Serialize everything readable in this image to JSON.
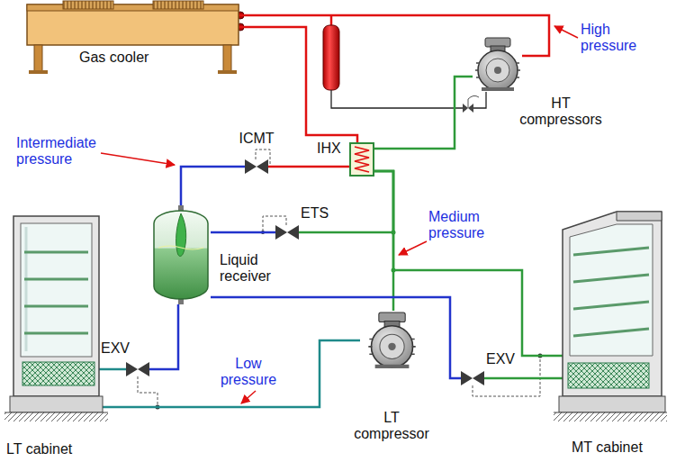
{
  "diagram": {
    "nodes": [
      {
        "text": [
          "Gas cooler"
        ]
      },
      {
        "text": [
          "HT compressors"
        ]
      },
      {
        "text": [
          "ICMT"
        ]
      },
      {
        "text": [
          "IHX"
        ]
      },
      {
        "text": [
          "ETS"
        ]
      },
      {
        "text": [
          "Liquid receiver"
        ]
      },
      {
        "text": [
          "LT cabinet"
        ]
      },
      {
        "text": [
          "EXV"
        ]
      },
      {
        "text": [
          "LT compressor"
        ]
      },
      {
        "text": [
          "EXV"
        ]
      },
      {
        "text": [
          "MT cabinet"
        ]
      }
    ],
    "edges": [
      {
        "from": 1,
        "to": 0,
        "arrow": "none"
      },
      {
        "from": 0,
        "to": 3,
        "arrow": "none"
      },
      {
        "from": 3,
        "to": 2,
        "arrow": "none"
      },
      {
        "from": 2,
        "to": 5,
        "arrow": "none"
      },
      {
        "from": 5,
        "to": 4,
        "arrow": "none"
      },
      {
        "from": 4,
        "to": 3,
        "arrow": "none"
      },
      {
        "from": 3,
        "to": 1,
        "arrow": "none"
      },
      {
        "from": 8,
        "to": 3,
        "arrow": "none"
      },
      {
        "from": 10,
        "to": 3,
        "arrow": "none"
      },
      {
        "from": 5,
        "to": 7,
        "arrow": "none"
      },
      {
        "from": 7,
        "to": 6,
        "arrow": "none"
      },
      {
        "from": 6,
        "to": 8,
        "arrow": "none"
      },
      {
        "from": 5,
        "to": 9,
        "arrow": "none"
      },
      {
        "from": 9,
        "to": 10,
        "arrow": "none"
      }
    ],
    "labels": [
      "High pressure",
      "Intermediate pressure",
      "Medium pressure",
      "Low pressure"
    ]
  }
}
